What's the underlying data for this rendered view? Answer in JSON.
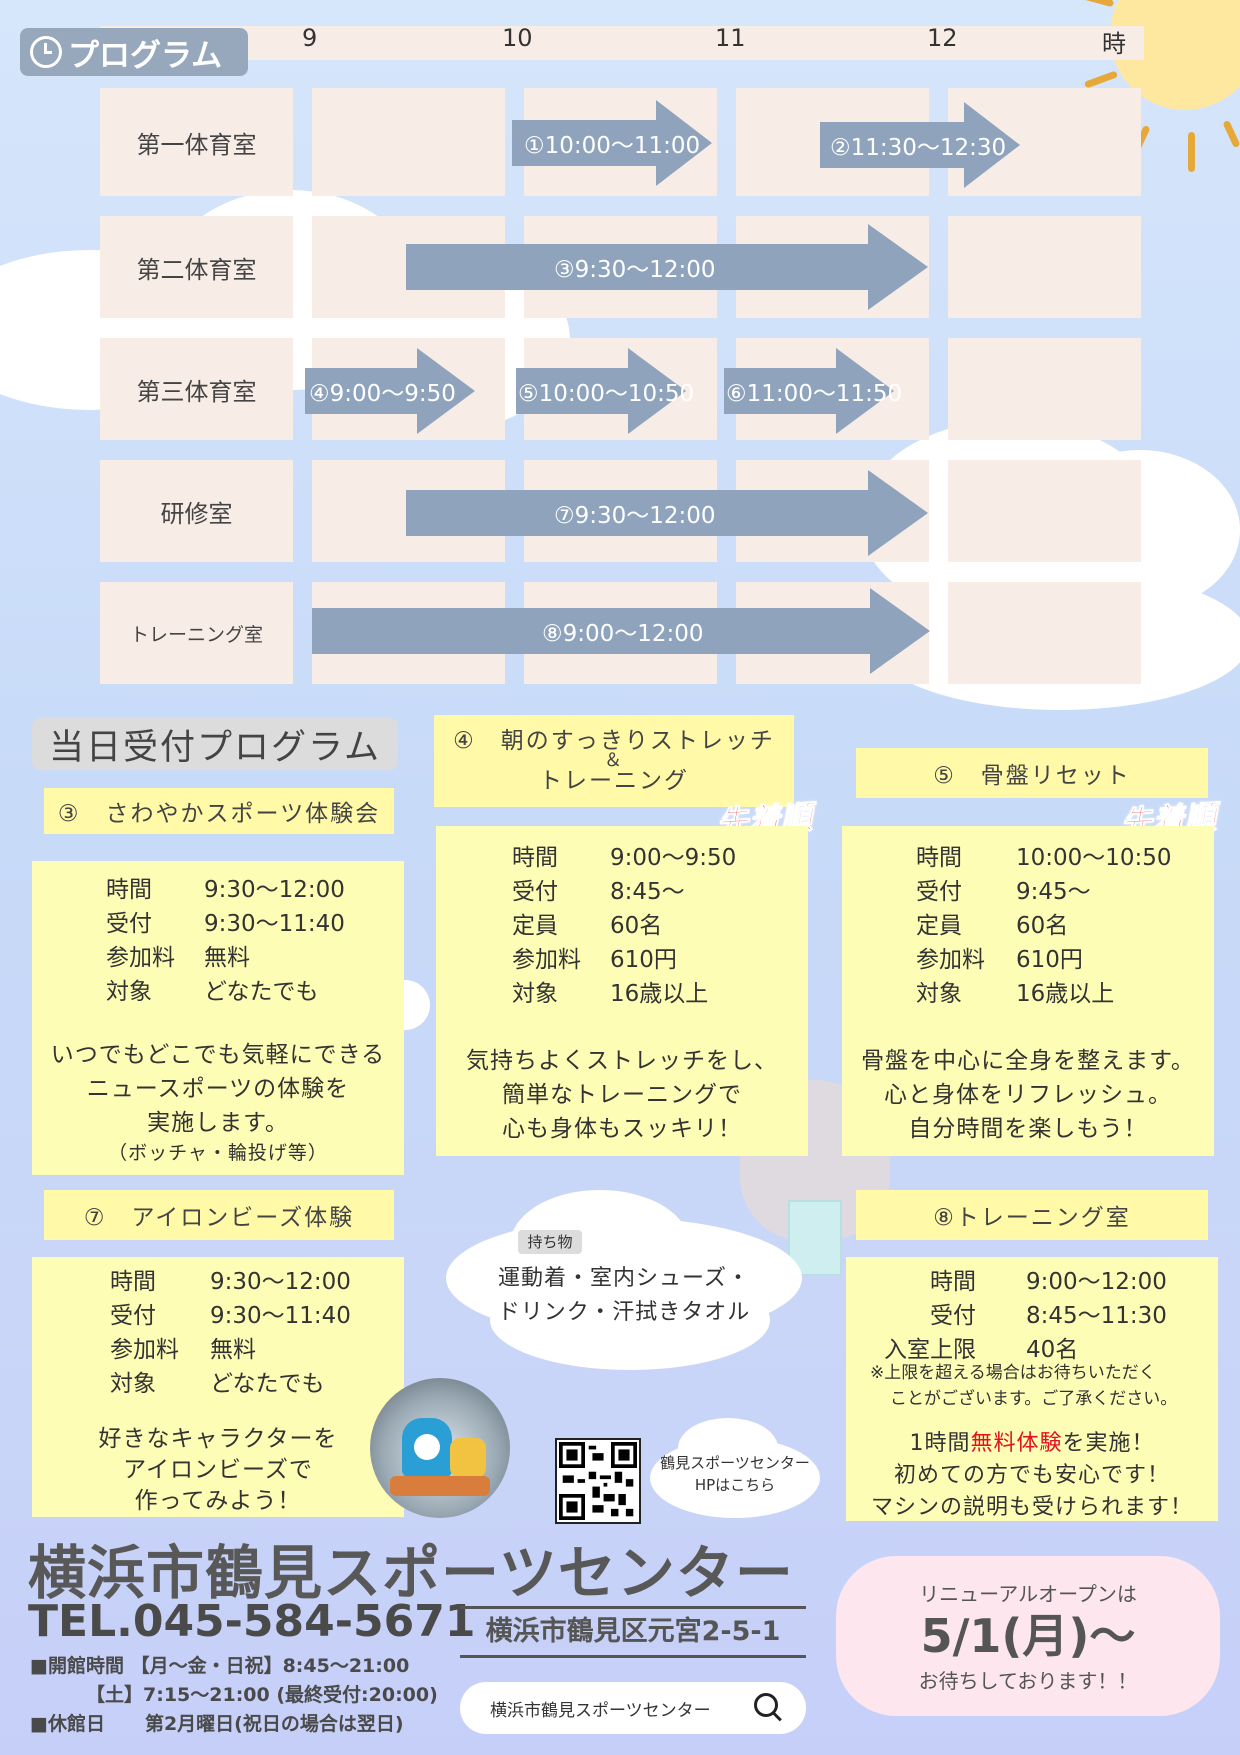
{
  "schedule": {
    "title": "プログラム",
    "hours": [
      "9",
      "10",
      "11",
      "12",
      "時"
    ],
    "rooms": [
      "第一体育室",
      "第二体育室",
      "第三体育室",
      "研修室",
      "トレーニング室"
    ],
    "sessions": [
      "①10:00～11:00",
      "②11:30～12:30",
      "③9:30～12:00",
      "④9:00～9:50",
      "⑤10:00～10:50",
      "⑥11:00～11:50",
      "⑦9:30～12:00",
      "⑧9:00～12:00"
    ]
  },
  "sameday": {
    "title": "当日受付プログラム"
  },
  "p3": {
    "title": "③　さわやかスポーツ体験会",
    "rows": [
      [
        "時間",
        "9:30～12:00"
      ],
      [
        "受付",
        "9:30～11:40"
      ],
      [
        "参加料",
        "無料"
      ],
      [
        "対象",
        "どなたでも"
      ]
    ],
    "desc": [
      "いつでもどこでも気軽にできる",
      "ニュースポーツの体験を",
      "実施します。"
    ],
    "note": "（ボッチャ・輪投げ等）"
  },
  "p4": {
    "title1": "④　朝のすっきりストレッチ",
    "title2": "＆",
    "title3": "トレーニング",
    "badge": "先着順",
    "rows": [
      [
        "時間",
        "9:00～9:50"
      ],
      [
        "受付",
        "8:45～"
      ],
      [
        "定員",
        "60名"
      ],
      [
        "参加料",
        "610円"
      ],
      [
        "対象",
        "16歳以上"
      ]
    ],
    "desc": [
      "気持ちよくストレッチをし、",
      "簡単なトレーニングで",
      "心も身体もスッキリ！"
    ]
  },
  "p5": {
    "title": "⑤　骨盤リセット",
    "badge": "先着順",
    "rows": [
      [
        "時間",
        "10:00～10:50"
      ],
      [
        "受付",
        "9:45～"
      ],
      [
        "定員",
        "60名"
      ],
      [
        "参加料",
        "610円"
      ],
      [
        "対象",
        "16歳以上"
      ]
    ],
    "desc": [
      "骨盤を中心に全身を整えます。",
      "心と身体をリフレッシュ。",
      "自分時間を楽しもう！"
    ]
  },
  "p7": {
    "title": "⑦　アイロンビーズ体験",
    "rows": [
      [
        "時間",
        "9:30～12:00"
      ],
      [
        "受付",
        "9:30～11:40"
      ],
      [
        "参加料",
        "無料"
      ],
      [
        "対象",
        "どなたでも"
      ]
    ],
    "desc": [
      "好きなキャラクターを",
      "アイロンビーズで",
      "作ってみよう！"
    ]
  },
  "items": {
    "label": "持ち物",
    "line1": "運動着・室内シューズ・",
    "line2": "ドリンク・汗拭きタオル"
  },
  "p8": {
    "title": "⑧トレーニング室",
    "rows": [
      [
        "時間",
        "9:00～12:00"
      ],
      [
        "受付",
        "8:45～11:30"
      ],
      [
        "入室上限",
        "40名"
      ]
    ],
    "note1": "※上限を超える場合はお待ちいただく",
    "note2": "ことがございます。ご了承ください。",
    "desc1a": "1時間",
    "desc1b": "無料体験",
    "desc1c": "を実施！",
    "desc2": "初めての方でも安心です！",
    "desc3": "マシンの説明も受けられます！"
  },
  "qr": {
    "line1": "鶴見スポーツセンター",
    "line2": "HPはこちら"
  },
  "footer": {
    "name": "横浜市鶴見スポーツセンター",
    "tel": "TEL.045-584-5671",
    "address": "横浜市鶴見区元宮2-5-1",
    "hours1_label": "■開館時間",
    "hours1": "【月～金・日祝】8:45～21:00",
    "hours2": "【土】7:15～21:00 (最終受付:20:00)",
    "closed_label": "■休館日",
    "closed": "第2月曜日(祝日の場合は翌日)",
    "search": "横浜市鶴見スポーツセンター"
  },
  "renewal": {
    "line1": "リニューアルオープンは",
    "date": "5/1(月)～",
    "line3": "お待ちしております！！"
  },
  "colors": {
    "arrow": "#8fa4bc",
    "tape": "#fff9a8",
    "panel": "#fefdb5",
    "cell": "#f8ede6",
    "accent": "#e3111e",
    "renewal": "#fde6ee",
    "sun": "#fee8a0"
  }
}
